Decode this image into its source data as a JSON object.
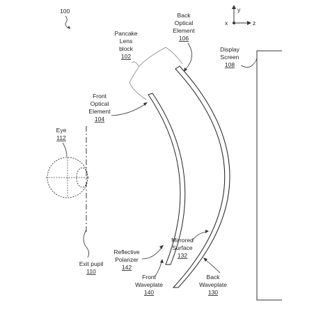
{
  "figure_ref": "100",
  "axes": {
    "y": "y",
    "x": "x",
    "z": "z"
  },
  "lens_block": {
    "line1": "Pancake",
    "line2": "Lens",
    "line3": "block",
    "ref": "102"
  },
  "back_optical": {
    "line1": "Back",
    "line2": "Optical",
    "line3": "Element",
    "ref": "106"
  },
  "display": {
    "line1": "Display",
    "line2": "Screen",
    "ref": "108"
  },
  "front_optical": {
    "line1": "Front",
    "line2": "Optical",
    "line3": "Element",
    "ref": "104"
  },
  "eye": {
    "line1": "Eye",
    "ref": "112"
  },
  "exit_pupil": {
    "line1": "Exit pupil",
    "ref": "110"
  },
  "reflective_polarizer": {
    "line1": "Reflective",
    "line2": "Polarizer",
    "ref": "142"
  },
  "mirrored_surface": {
    "line1": "Mirrored",
    "line2": "Surface",
    "ref": "132"
  },
  "front_waveplate": {
    "line1": "Front",
    "line2": "Waveplate",
    "ref": "140"
  },
  "back_waveplate": {
    "line1": "Back",
    "line2": "Waveplate",
    "ref": "130"
  }
}
